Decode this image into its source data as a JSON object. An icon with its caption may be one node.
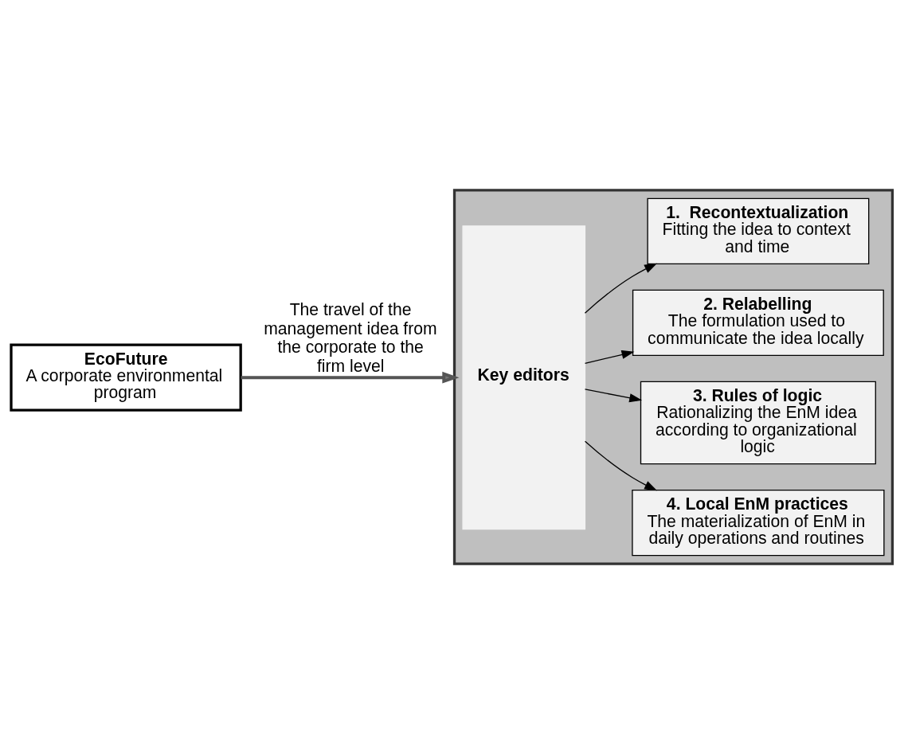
{
  "diagram": {
    "nodes": [
      {
        "text": [
          "EcoFuture",
          "A corporate environmental program"
        ]
      },
      {
        "text": [],
        "shape": "box"
      },
      {
        "text": [
          "Key editors"
        ],
        "in": 1
      },
      {
        "text": [
          "1.  Recontextualization",
          "Fitting the idea to context and time"
        ],
        "in": 1
      },
      {
        "text": [
          "2. Relabelling",
          "The formulation used to communicate the idea locally"
        ],
        "in": 1
      },
      {
        "text": [
          "3. Rules of logic",
          "Rationalizing the EnM idea according to organizational logic"
        ],
        "in": 1
      },
      {
        "text": [
          "4. Local EnM practices",
          "The materialization of EnM in daily operations and routines"
        ],
        "in": 1
      }
    ],
    "edges": [
      {
        "from": 0,
        "to": 1,
        "arrow": "to",
        "label": "The travel of the management idea from the corporate to the firm level",
        "style": "thick"
      },
      {
        "from": 2,
        "to": 3,
        "arrow": "to"
      },
      {
        "from": 2,
        "to": 4,
        "arrow": "to"
      },
      {
        "from": 2,
        "to": 5,
        "arrow": "to"
      },
      {
        "from": 2,
        "to": 6,
        "arrow": "to"
      }
    ]
  }
}
